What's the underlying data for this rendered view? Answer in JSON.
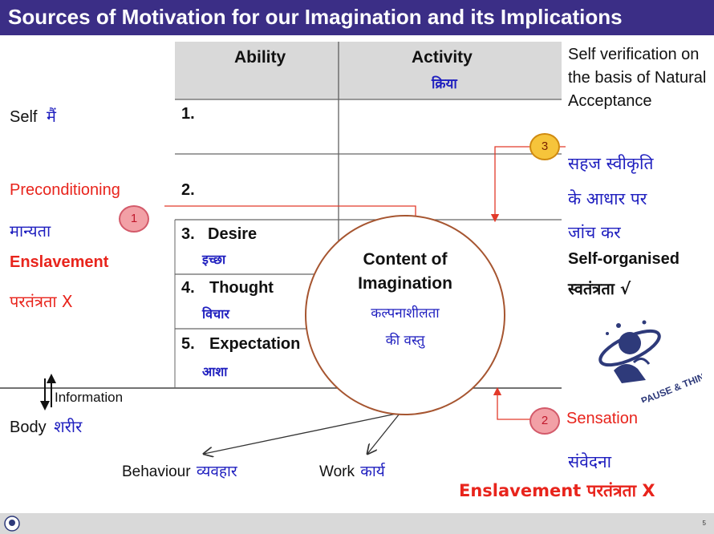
{
  "title": "Sources of Motivation for our Imagination and its Implications",
  "table": {
    "col_ability": "Ability",
    "col_activity": "Activity",
    "col_activity_hi": "क्रिया",
    "rows": [
      {
        "num": "1.",
        "label": "",
        "hindi": ""
      },
      {
        "num": "2.",
        "label": "",
        "hindi": ""
      },
      {
        "num": "3.",
        "label": "Desire",
        "hindi": "इच्छा"
      },
      {
        "num": "4.",
        "label": "Thought",
        "hindi": "विचार"
      },
      {
        "num": "5.",
        "label": "Expectation",
        "hindi": "आशा"
      }
    ]
  },
  "left": {
    "self": "Self",
    "self_hi": "मैं",
    "preconditioning": "Preconditioning",
    "maanyata": "मान्यता",
    "enslavement": "Enslavement",
    "partantrata": "परतंत्रता X",
    "information": "Information",
    "body": "Body",
    "body_hi": "शरीर"
  },
  "center": {
    "line1": "Content of",
    "line2": "Imagination",
    "hi1": "कल्पनाशीलता",
    "hi2": "की वस्तु"
  },
  "right": {
    "self_verification": "Self verification on the basis of Natural Acceptance",
    "sahaj": "सहज स्वीकृति",
    "aadhar": "के आधार पर",
    "jaanch": "जांच कर",
    "self_organised": "Self-organised",
    "swatantrata": "स्वतंत्रता √",
    "sensation": "Sensation",
    "samvedna": "संवेदना",
    "enslavement2": "Enslavement परतंत्रता X"
  },
  "bottom": {
    "behaviour": "Behaviour",
    "behaviour_hi": "व्यवहार",
    "work": "Work",
    "work_hi": "कार्य"
  },
  "badges": [
    "1",
    "2",
    "3"
  ],
  "logo_text": "PAUSE & THINK",
  "page_number": "5",
  "colors": {
    "title_bg": "#3b2e86",
    "red": "#e8241c",
    "blue": "#1f1fbf",
    "circle": "#a65530",
    "arrow_red": "#e23a2a"
  }
}
